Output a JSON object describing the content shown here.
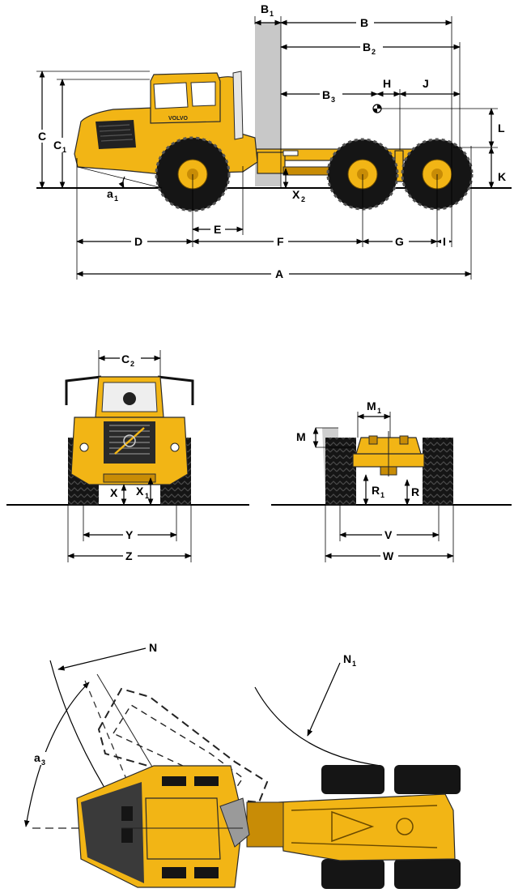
{
  "brand": "VOLVO",
  "colors": {
    "machine_yellow": "#f2b515",
    "tire_black": "#151515",
    "shade_grey": "#c8c8c8"
  },
  "side_view": {
    "labels": {
      "A": "A",
      "B": "B",
      "B1": "B",
      "B1_sub": "1",
      "B2": "B",
      "B2_sub": "2",
      "B3": "B",
      "B3_sub": "3",
      "C": "C",
      "C1": "C",
      "C1_sub": "1",
      "D": "D",
      "E": "E",
      "F": "F",
      "G": "G",
      "H": "H",
      "I": "I",
      "J": "J",
      "K": "K",
      "L": "L",
      "X2": "X",
      "X2_sub": "2",
      "a1": "a",
      "a1_sub": "1"
    }
  },
  "front_view": {
    "labels": {
      "C2": "C",
      "C2_sub": "2",
      "X": "X",
      "X1": "X",
      "X1_sub": "1",
      "Y": "Y",
      "Z": "Z"
    }
  },
  "rear_view": {
    "labels": {
      "M": "M",
      "M1": "M",
      "M1_sub": "1",
      "R": "R",
      "R1": "R",
      "R1_sub": "1",
      "V": "V",
      "W": "W"
    }
  },
  "turning_view": {
    "labels": {
      "N": "N",
      "N1": "N",
      "N1_sub": "1",
      "a3": "a",
      "a3_sub": "3"
    }
  }
}
